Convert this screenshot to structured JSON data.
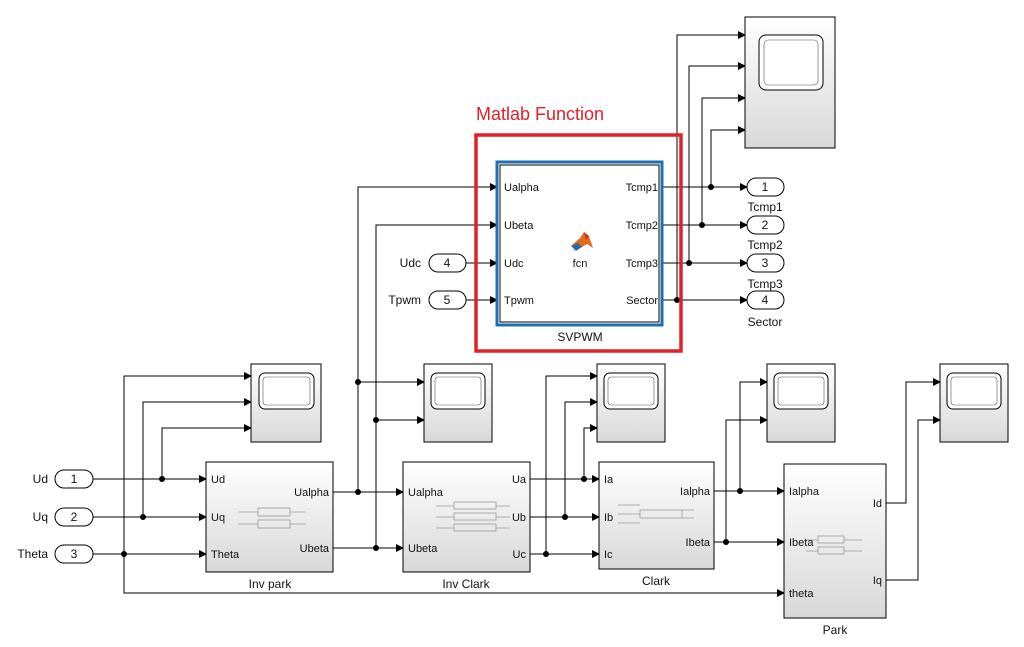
{
  "annotation": {
    "label": "Matlab Function",
    "color": "#e0202a"
  },
  "svpwm": {
    "name": "SVPWM",
    "fcn_label": "fcn",
    "icon": "matlab-logo-icon",
    "inputs": [
      "Ualpha",
      "Ubeta",
      "Udc",
      "Tpwm"
    ],
    "outputs": [
      "Tcmp1",
      "Tcmp2",
      "Tcmp3",
      "Sector"
    ]
  },
  "inv_park": {
    "name": "Inv park",
    "inputs": [
      "Ud",
      "Uq",
      "Theta"
    ],
    "outputs": [
      "Ualpha",
      "Ubeta"
    ]
  },
  "inv_clark": {
    "name": "Inv Clark",
    "inputs": [
      "Ualpha",
      "Ubeta"
    ],
    "outputs": [
      "Ua",
      "Ub",
      "Uc"
    ]
  },
  "clark": {
    "name": "Clark",
    "inputs": [
      "Ia",
      "Ib",
      "Ic"
    ],
    "outputs": [
      "Ialpha",
      "Ibeta"
    ]
  },
  "park": {
    "name": "Park",
    "inputs": [
      "Ialpha",
      "Ibeta",
      "theta"
    ],
    "outputs": [
      "Id",
      "Iq"
    ]
  },
  "inports": [
    {
      "name": "Ud",
      "number": "1"
    },
    {
      "name": "Uq",
      "number": "2"
    },
    {
      "name": "Theta",
      "number": "3"
    },
    {
      "name": "Udc",
      "number": "4"
    },
    {
      "name": "Tpwm",
      "number": "5"
    }
  ],
  "outports": [
    {
      "name": "Tcmp1",
      "number": "1"
    },
    {
      "name": "Tcmp2",
      "number": "2"
    },
    {
      "name": "Tcmp3",
      "number": "3"
    },
    {
      "name": "Sector",
      "number": "4"
    }
  ],
  "scopes": [
    "scope-top-right",
    "scope-inv-park",
    "scope-inv-clark",
    "scope-clark",
    "scope-park-in",
    "scope-park-out"
  ],
  "colors": {
    "wire": "#000000",
    "block_border": "#000000",
    "highlight": "#e0202a",
    "svpwm_border": "#1f6fb5"
  }
}
